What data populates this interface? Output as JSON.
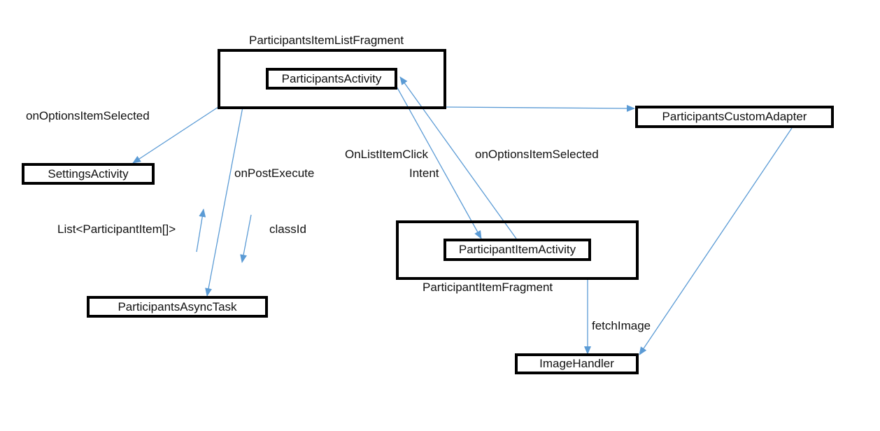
{
  "diagram": {
    "containers": {
      "list_fragment": {
        "label": "ParticipantsItemListFragment"
      },
      "item_fragment": {
        "label": "ParticipantItemFragment"
      }
    },
    "nodes": {
      "participants_activity": "ParticipantsActivity",
      "participants_custom_adapter": "ParticipantsCustomAdapter",
      "settings_activity": "SettingsActivity",
      "participants_async_task": "ParticipantsAsyncTask",
      "participant_item_activity": "ParticipantItemActivity",
      "image_handler": "ImageHandler"
    },
    "edge_labels": {
      "on_options_item_selected_left": "onOptionsItemSelected",
      "on_post_execute": "onPostExecute",
      "list_participant_item": "List<ParticipantItem[]>",
      "class_id": "classId",
      "on_list_item_click": "OnListItemClick",
      "intent": "Intent",
      "on_options_item_selected_right": "onOptionsItemSelected",
      "fetch_image": "fetchImage"
    },
    "colors": {
      "edge": "#5b9bd5",
      "border": "#000000"
    }
  }
}
